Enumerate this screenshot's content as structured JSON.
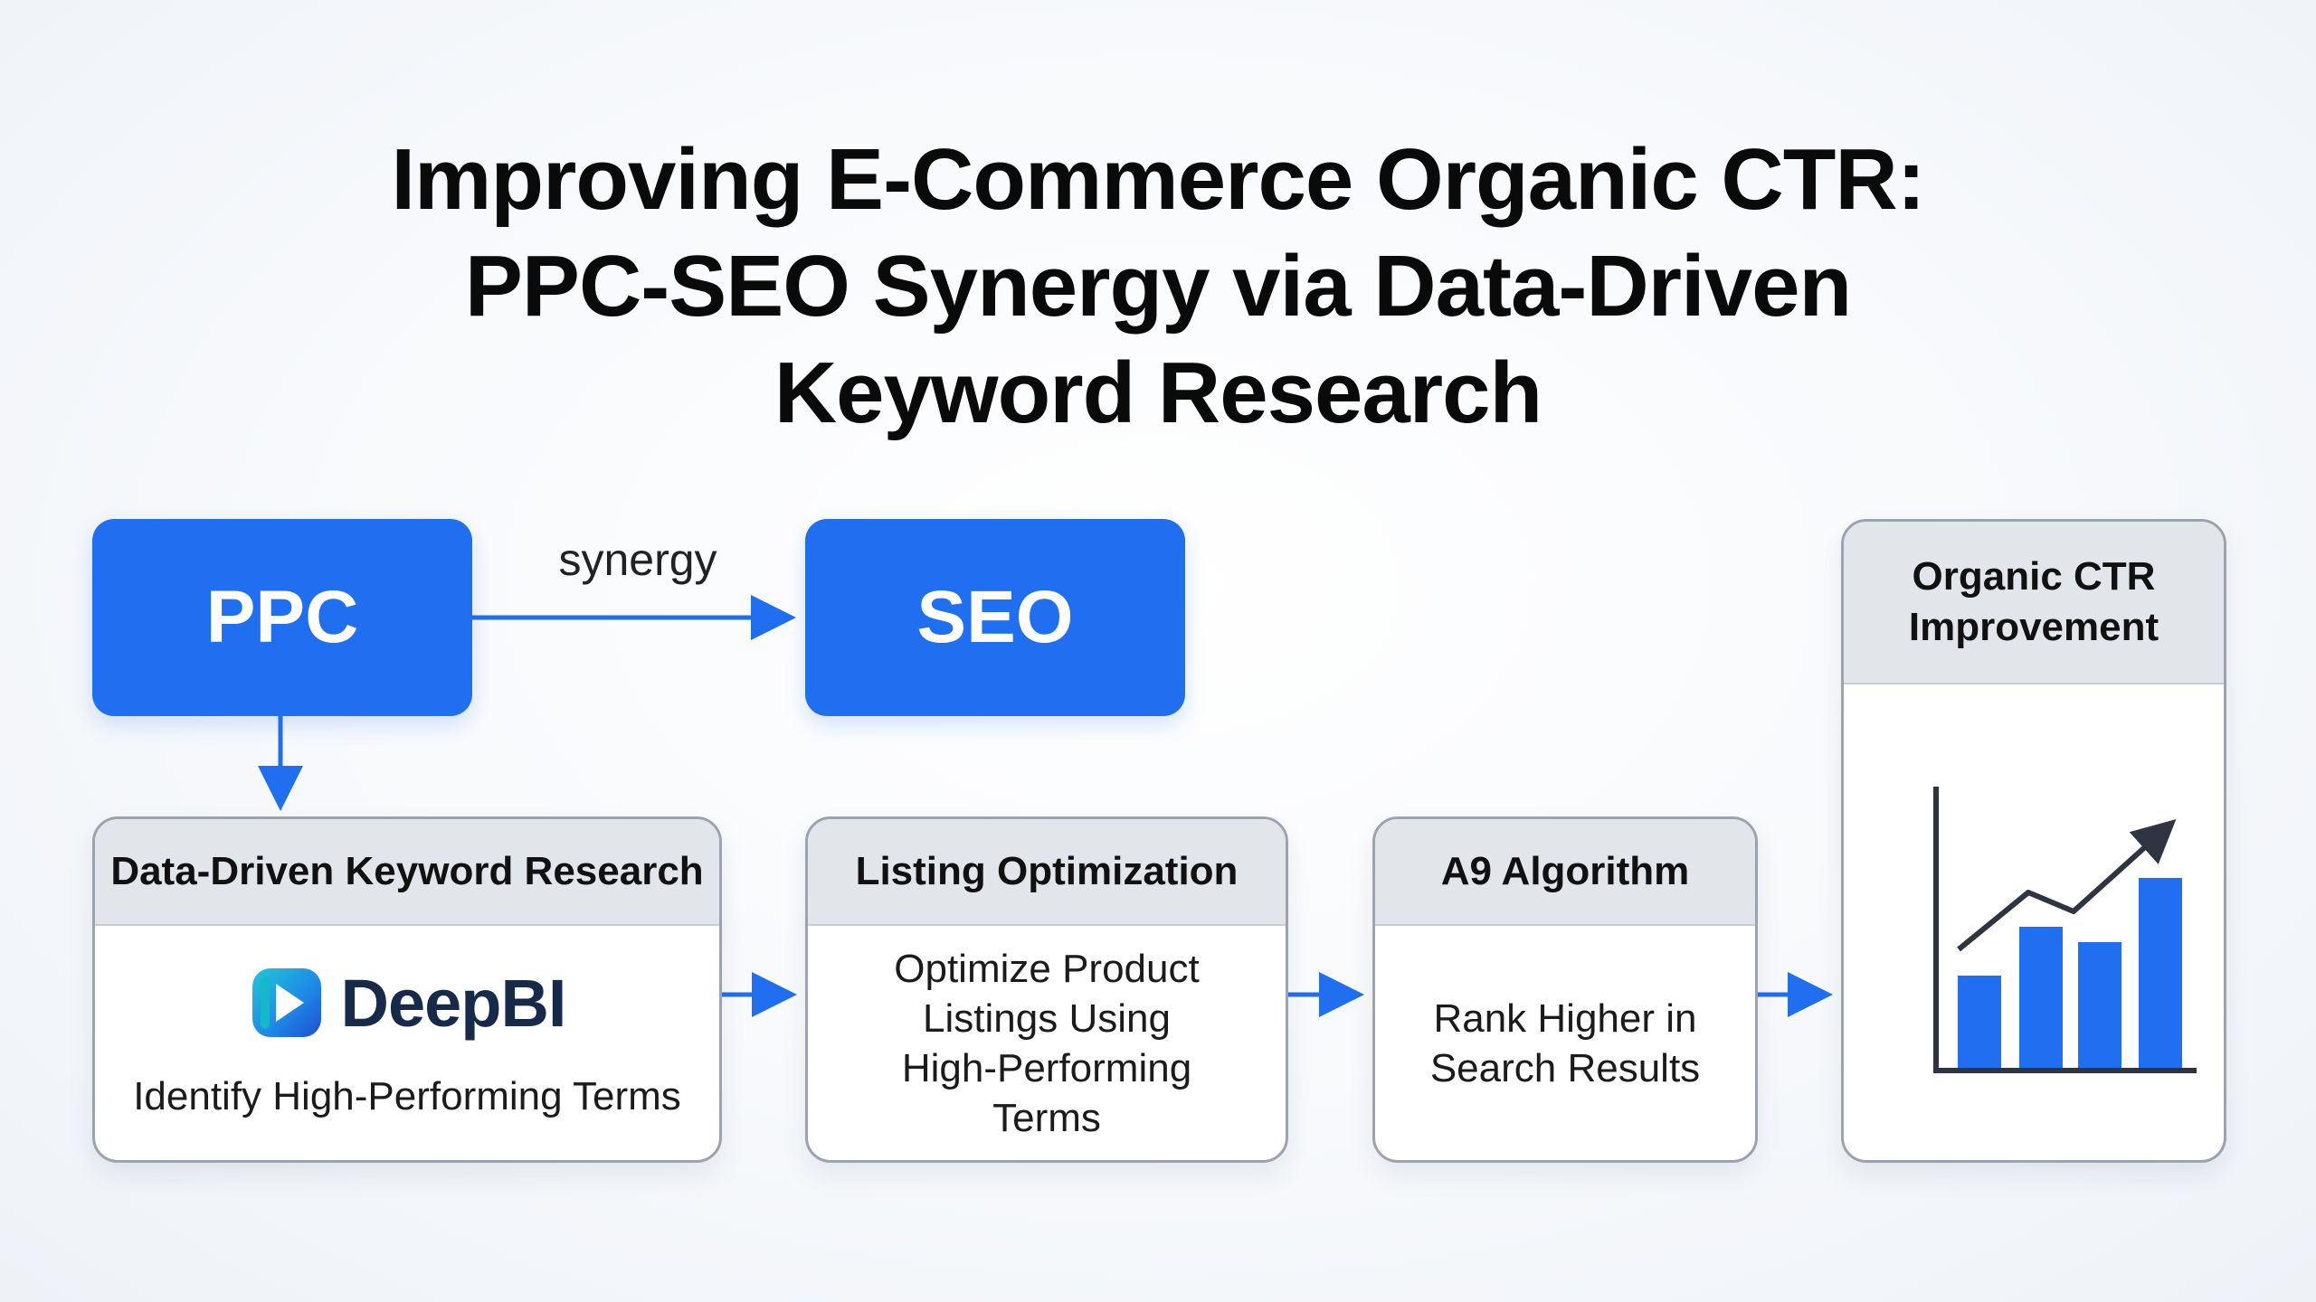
{
  "title": {
    "line1": "Improving E-Commerce Organic CTR:",
    "line2": "PPC-SEO Synergy via Data-Driven",
    "line3": "Keyword Research"
  },
  "nodes": {
    "ppc": "PPC",
    "seo": "SEO",
    "synergy_label": "synergy"
  },
  "cards": {
    "research": {
      "header": "Data-Driven Keyword Research",
      "brand": "DeepBI",
      "body": "Identify High-Performing Terms"
    },
    "listing": {
      "header": "Listing Optimization",
      "body_lines": [
        "Optimize Product",
        "Listings Using",
        "High-Performing",
        "Terms"
      ]
    },
    "a9": {
      "header": "A9 Algorithm",
      "body_lines": [
        "Rank Higher in",
        "Search Results"
      ]
    },
    "ctr": {
      "header_lines": [
        "Organic CTR",
        "Improvement"
      ]
    }
  },
  "colors": {
    "accent": "#1f6ff0",
    "card_header": "#e2e5ea",
    "card_border": "#9aa3ae",
    "text": "#111111",
    "chart_axis": "#2e3440"
  },
  "icons": {
    "brand_logo": "deepbi-logo-icon",
    "chart": "growth-bar-chart-icon"
  }
}
